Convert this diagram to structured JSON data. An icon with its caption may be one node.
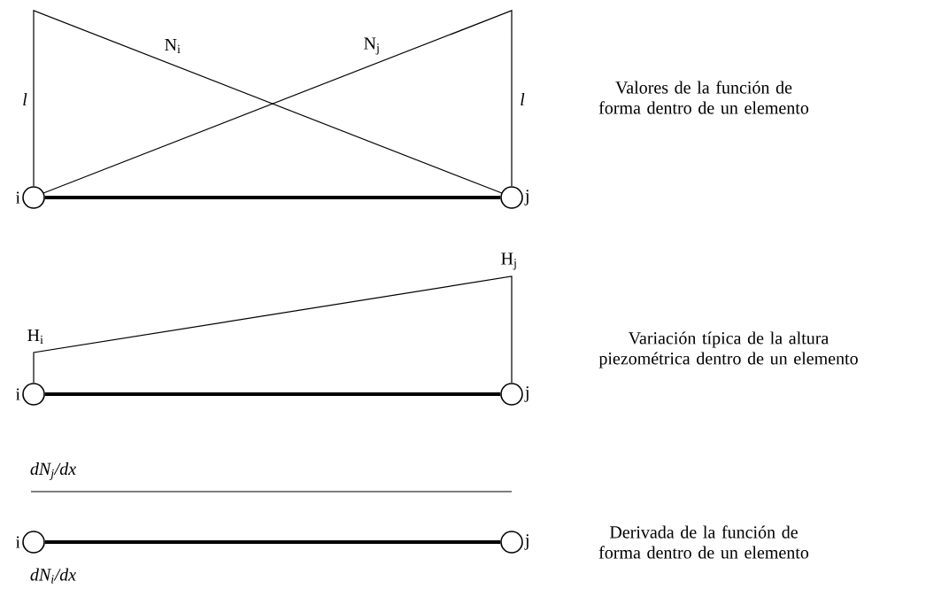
{
  "diagram": {
    "nodes": [
      {
        "text": [],
        "shape": "circle",
        "beside": [
          "i"
        ]
      },
      {
        "text": [],
        "shape": "circle",
        "beside": [
          "j"
        ]
      },
      {
        "text": [],
        "shape": "circle",
        "beside": [
          "i"
        ]
      },
      {
        "text": [],
        "shape": "circle",
        "beside": [
          "j"
        ]
      },
      {
        "text": [],
        "shape": "circle",
        "beside": [
          "i"
        ]
      },
      {
        "text": [],
        "shape": "circle",
        "beside": [
          "j"
        ]
      }
    ],
    "edges": [
      {
        "from": 0,
        "to": 1,
        "arrow": "none"
      },
      {
        "from": 2,
        "to": 3,
        "arrow": "none"
      },
      {
        "from": 4,
        "to": 5,
        "arrow": "none"
      }
    ],
    "labels": [
      "N$_{i}$",
      "N$_{j}$",
      "l",
      "l",
      "Valores de la función de forma dentro de un elemento",
      "H$_{j}$",
      "H$_{i}$",
      "Variación típica de la altura piezométrica dentro de un elemento",
      "dN$_{j}$/dx",
      "Derivada de la función de forma dentro de un elemento",
      "dN$_{i}$/dx"
    ]
  }
}
